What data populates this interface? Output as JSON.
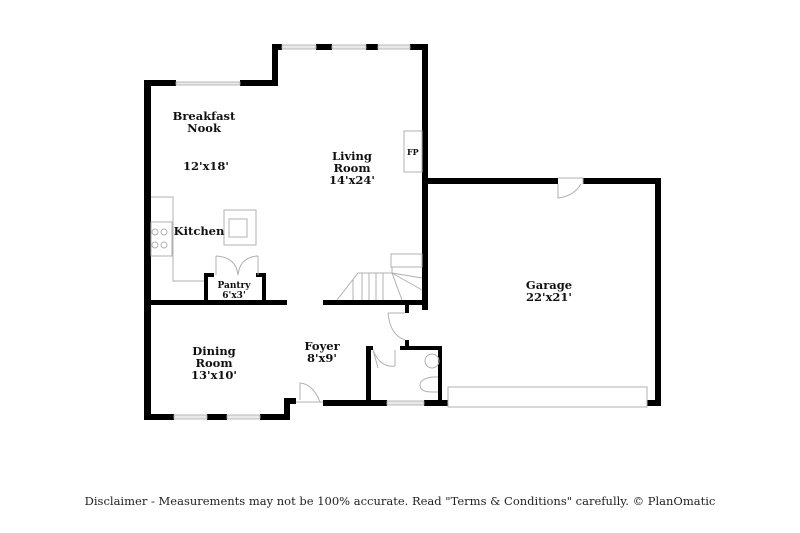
{
  "floorplan": {
    "rooms": [
      {
        "id": "breakfast-nook",
        "name": "Breakfast Nook",
        "name_line1": "Breakfast",
        "name_line2": "Nook",
        "dimensions": "12'x18'"
      },
      {
        "id": "kitchen",
        "name": "Kitchen"
      },
      {
        "id": "pantry",
        "name": "Pantry",
        "dimensions": "6'x3'"
      },
      {
        "id": "living-room",
        "name": "Living Room",
        "name_line1": "Living",
        "name_line2": "Room",
        "dimensions": "14'x24'"
      },
      {
        "id": "fireplace",
        "name": "FP"
      },
      {
        "id": "garage",
        "name": "Garage",
        "dimensions": "22'x21'"
      },
      {
        "id": "dining-room",
        "name": "Dining Room",
        "name_line1": "Dining",
        "name_line2": "Room",
        "dimensions": "13'x10'"
      },
      {
        "id": "foyer",
        "name": "Foyer",
        "dimensions": "8'x9'"
      }
    ],
    "colors": {
      "wall": "#000000",
      "fixture": "#b0b0b0",
      "window": "#e8e8e8",
      "background": "#ffffff"
    }
  },
  "footer": {
    "disclaimer": "Disclaimer - Measurements may not be 100% accurate. Read \"Terms & Conditions\" carefully. © PlanOmatic"
  }
}
